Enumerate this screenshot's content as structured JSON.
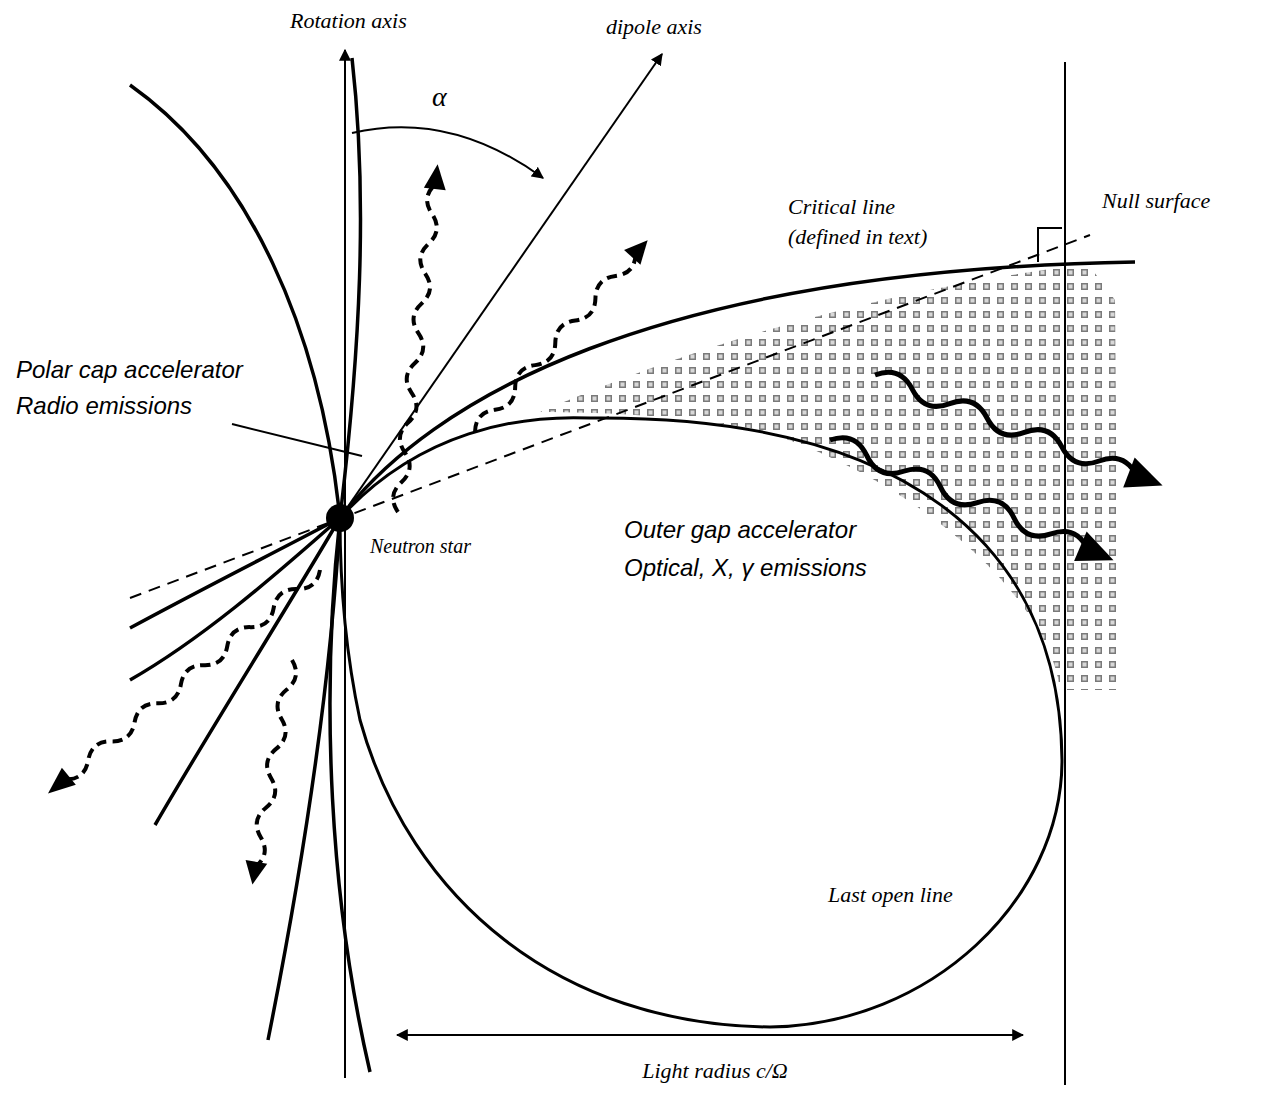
{
  "diagram": {
    "labels": [
      "Rotation axis",
      "dipole axis",
      "α",
      "Critical line",
      "(defined in text)",
      "Null surface",
      "Polar cap accelerator",
      "Radio emissions",
      "Neutron star",
      "Outer gap accelerator",
      "Optical, X, γ emissions",
      "Last open line",
      "Light radius c/Ω"
    ]
  }
}
